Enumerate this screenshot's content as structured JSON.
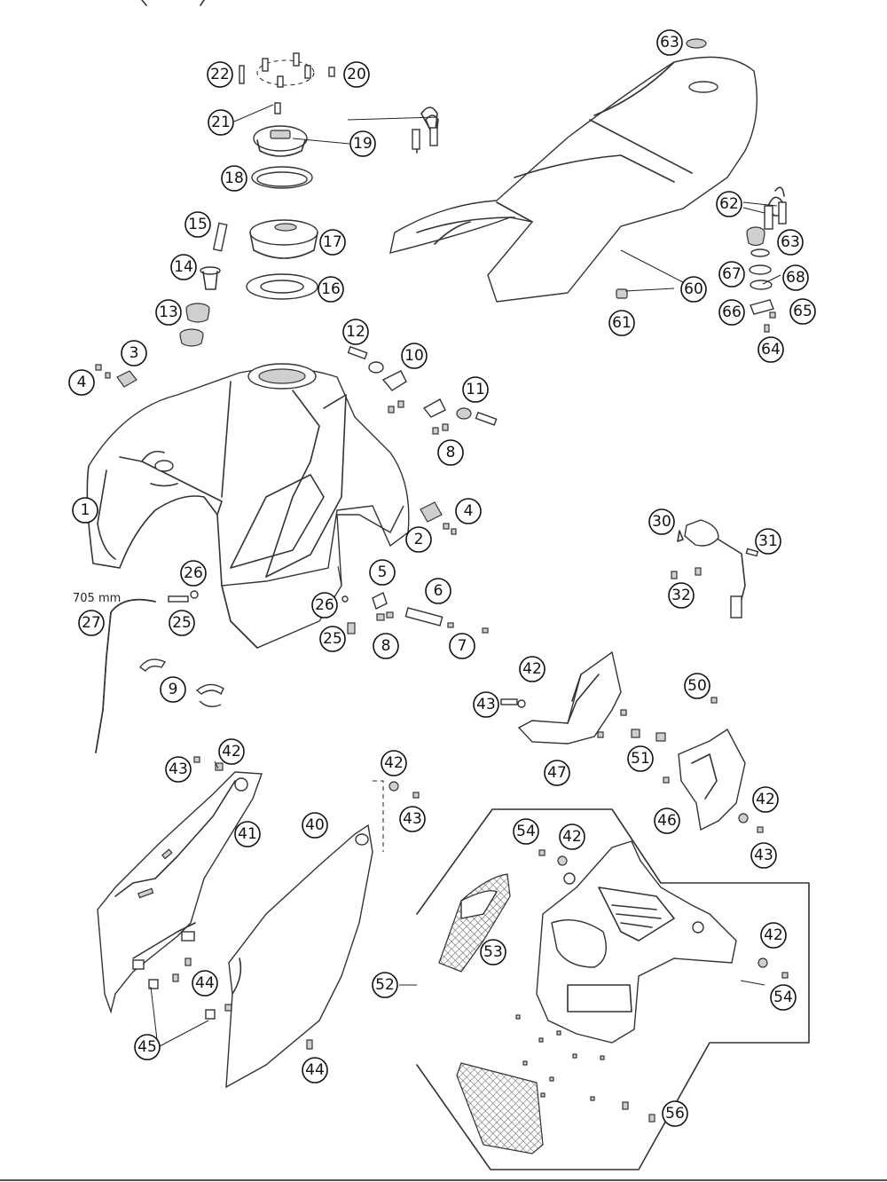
{
  "diagram": {
    "hose_length_label": "705 mm",
    "callouts": [
      {
        "id": "c63a",
        "label": "63"
      },
      {
        "id": "c22",
        "label": "22"
      },
      {
        "id": "c20",
        "label": "20"
      },
      {
        "id": "c21",
        "label": "21"
      },
      {
        "id": "c19",
        "label": "19"
      },
      {
        "id": "c18",
        "label": "18"
      },
      {
        "id": "c15",
        "label": "15"
      },
      {
        "id": "c17",
        "label": "17"
      },
      {
        "id": "c14",
        "label": "14"
      },
      {
        "id": "c16",
        "label": "16"
      },
      {
        "id": "c13",
        "label": "13"
      },
      {
        "id": "c62",
        "label": "62"
      },
      {
        "id": "c63b",
        "label": "63"
      },
      {
        "id": "c67",
        "label": "67"
      },
      {
        "id": "c68",
        "label": "68"
      },
      {
        "id": "c60",
        "label": "60"
      },
      {
        "id": "c66",
        "label": "66"
      },
      {
        "id": "c65",
        "label": "65"
      },
      {
        "id": "c61",
        "label": "61"
      },
      {
        "id": "c64",
        "label": "64"
      },
      {
        "id": "c3",
        "label": "3"
      },
      {
        "id": "c4a",
        "label": "4"
      },
      {
        "id": "c12",
        "label": "12"
      },
      {
        "id": "c10",
        "label": "10"
      },
      {
        "id": "c11",
        "label": "11"
      },
      {
        "id": "c8a",
        "label": "8"
      },
      {
        "id": "c1",
        "label": "1"
      },
      {
        "id": "c4b",
        "label": "4"
      },
      {
        "id": "c2",
        "label": "2"
      },
      {
        "id": "c30",
        "label": "30"
      },
      {
        "id": "c31",
        "label": "31"
      },
      {
        "id": "c26a",
        "label": "26"
      },
      {
        "id": "c5",
        "label": "5"
      },
      {
        "id": "c6",
        "label": "6"
      },
      {
        "id": "c32",
        "label": "32"
      },
      {
        "id": "c27",
        "label": "27"
      },
      {
        "id": "c25a",
        "label": "25"
      },
      {
        "id": "c26b",
        "label": "26"
      },
      {
        "id": "c25b",
        "label": "25"
      },
      {
        "id": "c8b",
        "label": "8"
      },
      {
        "id": "c7",
        "label": "7"
      },
      {
        "id": "c42a",
        "label": "42"
      },
      {
        "id": "c50",
        "label": "50"
      },
      {
        "id": "c43a",
        "label": "43"
      },
      {
        "id": "c9",
        "label": "9"
      },
      {
        "id": "c42b",
        "label": "42"
      },
      {
        "id": "c43b",
        "label": "43"
      },
      {
        "id": "c51",
        "label": "51"
      },
      {
        "id": "c47",
        "label": "47"
      },
      {
        "id": "c42c",
        "label": "42"
      },
      {
        "id": "c43c",
        "label": "43"
      },
      {
        "id": "c41",
        "label": "41"
      },
      {
        "id": "c40",
        "label": "40"
      },
      {
        "id": "c42d",
        "label": "42"
      },
      {
        "id": "c46",
        "label": "46"
      },
      {
        "id": "c43d",
        "label": "43"
      },
      {
        "id": "c54a",
        "label": "54"
      },
      {
        "id": "c42e",
        "label": "42"
      },
      {
        "id": "c42f",
        "label": "42"
      },
      {
        "id": "c53",
        "label": "53"
      },
      {
        "id": "c44a",
        "label": "44"
      },
      {
        "id": "c52",
        "label": "52"
      },
      {
        "id": "c54b",
        "label": "54"
      },
      {
        "id": "c45",
        "label": "45"
      },
      {
        "id": "c44b",
        "label": "44"
      },
      {
        "id": "c56",
        "label": "56"
      }
    ]
  }
}
